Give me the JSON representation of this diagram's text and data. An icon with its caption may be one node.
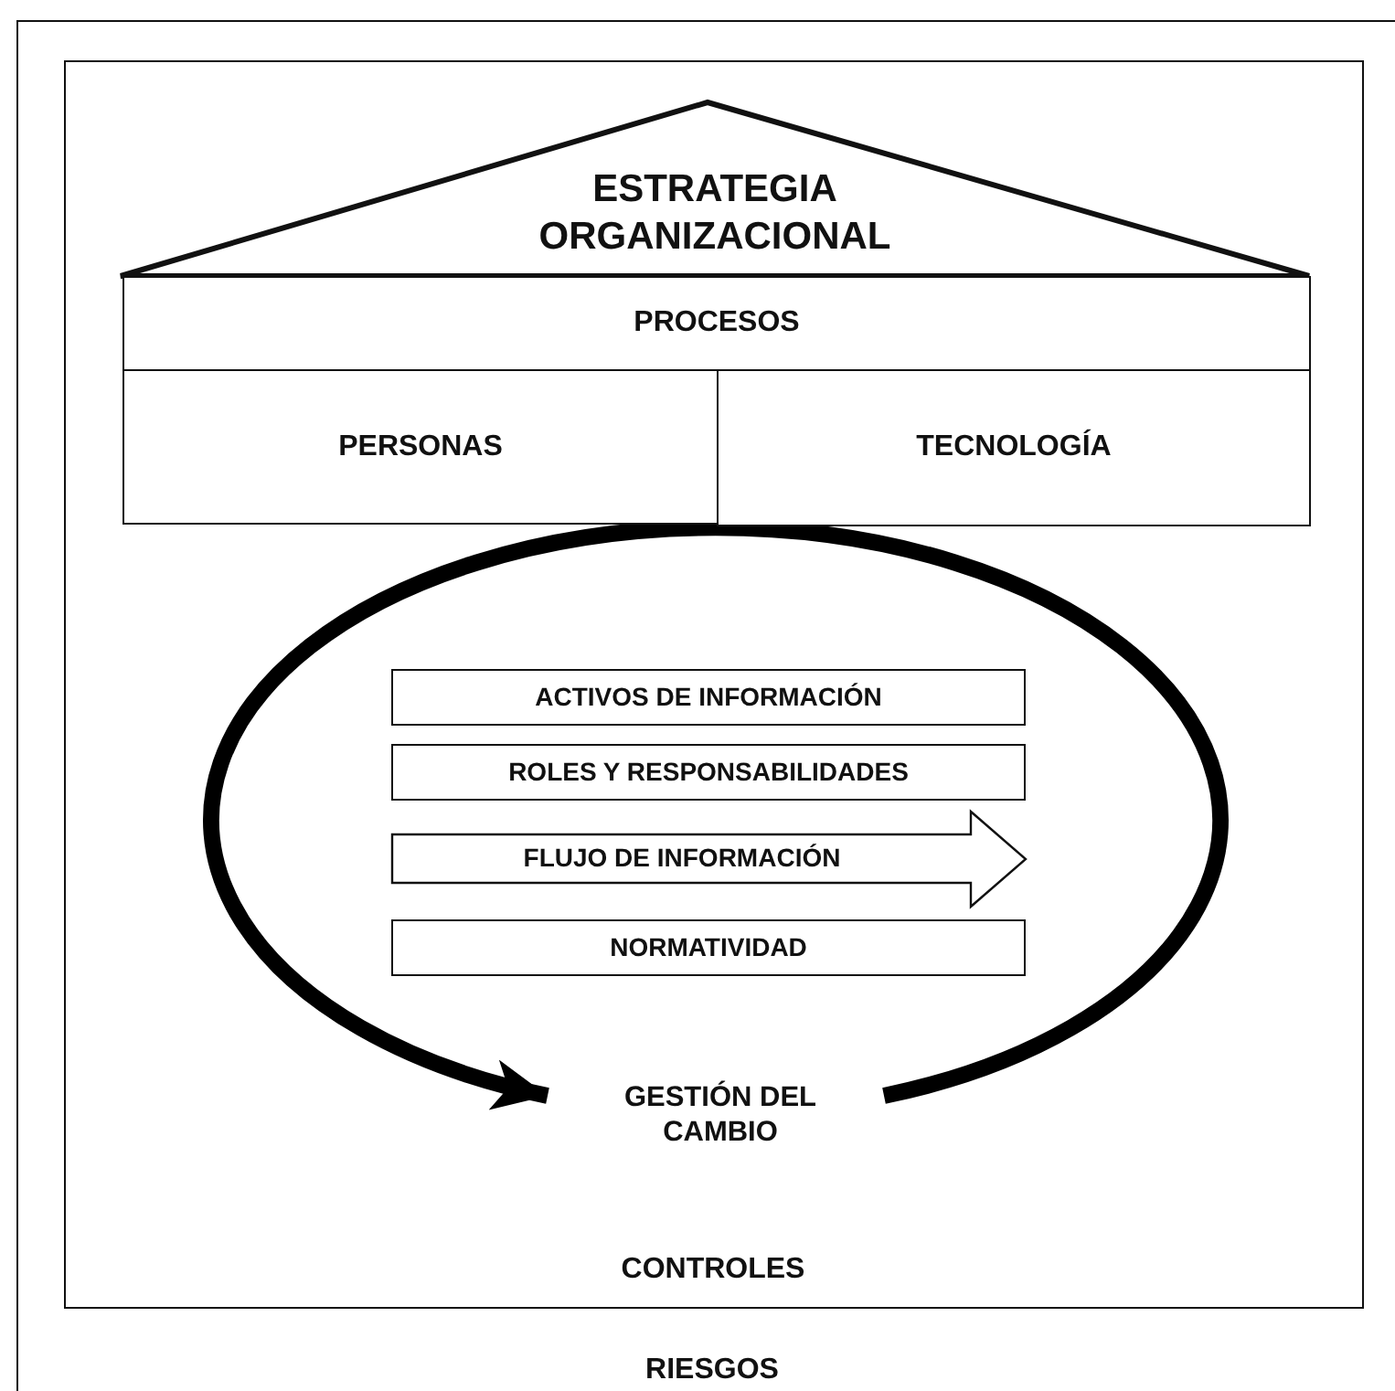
{
  "diagram": {
    "nodes": [
      {
        "text": [
          "RIESGOS"
        ]
      },
      {
        "text": [
          "CONTROLES"
        ],
        "in": 0
      },
      {
        "text": [
          "ESTRATEGIA ORGANIZACIONAL"
        ],
        "in": 1
      },
      {
        "text": [
          "PROCESOS"
        ],
        "in": 1
      },
      {
        "text": [
          "PERSONAS"
        ],
        "in": 1
      },
      {
        "text": [
          "TECNOLOGÍA"
        ],
        "in": 1
      },
      {
        "text": [
          "GESTIÓN DEL CAMBIO"
        ],
        "in": 1
      },
      {
        "text": [
          "ACTIVOS DE INFORMACIÓN"
        ],
        "in": 1
      },
      {
        "text": [
          "ROLES Y RESPONSABILIDADES"
        ],
        "in": 1
      },
      {
        "text": [
          "FLUJO DE INFORMACIÓN"
        ],
        "in": 1
      },
      {
        "text": [
          "NORMATIVIDAD"
        ],
        "in": 1
      }
    ],
    "edges": [
      {
        "from": 6,
        "to": 6,
        "arrow": "to"
      }
    ]
  }
}
